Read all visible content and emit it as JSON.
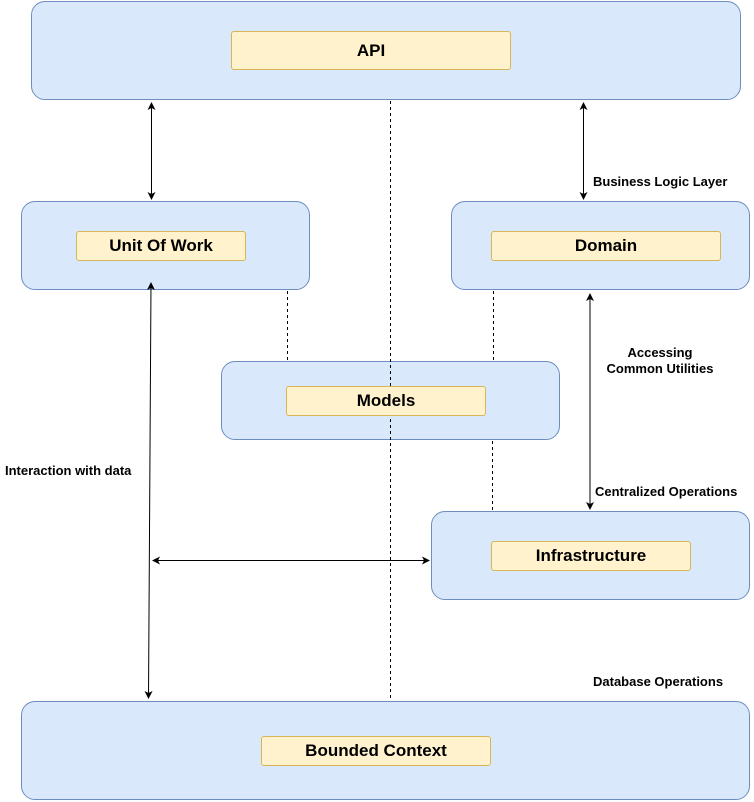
{
  "nodes": {
    "api": "API",
    "unit_of_work": "Unit Of Work",
    "domain": "Domain",
    "models": "Models",
    "infrastructure": "Infrastructure",
    "bounded_context": "Bounded Context"
  },
  "edge_labels": {
    "business_logic_layer": "Business Logic Layer",
    "accessing_common_utilities_line1": "Accessing",
    "accessing_common_utilities_line2": "Common Utilities",
    "centralized_operations": "Centralized Operations",
    "interaction_with_data": "Interaction with data",
    "database_operations": "Database Operations"
  },
  "colors": {
    "container_fill": "#dae8fc",
    "container_stroke": "#6c8ebf",
    "label_fill": "#fff2cc",
    "label_stroke": "#d6b656",
    "line": "#000000"
  }
}
